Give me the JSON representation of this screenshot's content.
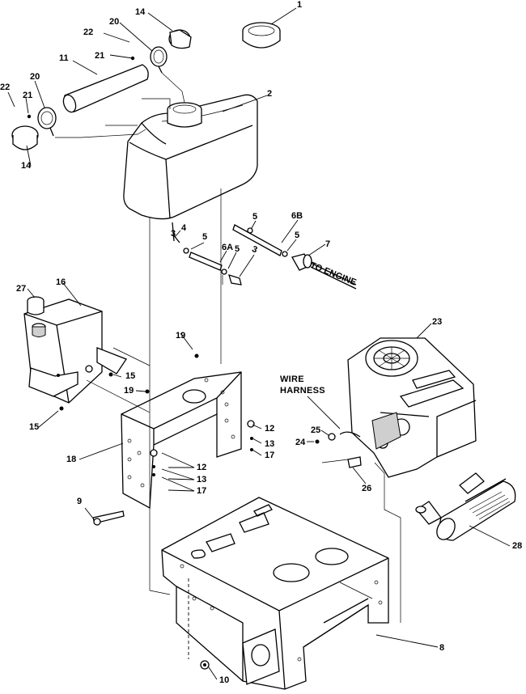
{
  "callouts": {
    "c1": "1",
    "c2": "2",
    "c3": "3",
    "c4": "4",
    "c5a": "5",
    "c5b": "5",
    "c5c": "5",
    "c5d": "5",
    "c6a": "6A",
    "c6b": "6B",
    "c7": "7",
    "c8": "8",
    "c9": "9",
    "c10": "10",
    "c11": "11",
    "c12a": "12",
    "c12b": "12",
    "c13a": "13",
    "c13b": "13",
    "c14a": "14",
    "c14b": "14",
    "c15a": "15",
    "c15b": "15",
    "c16": "16",
    "c17a": "17",
    "c17b": "17",
    "c18": "18",
    "c19a": "19",
    "c19b": "19",
    "c20a": "20",
    "c20b": "20",
    "c21a": "21",
    "c21b": "21",
    "c22a": "22",
    "c22b": "22",
    "c23": "23",
    "c24": "24",
    "c25": "25",
    "c26": "26",
    "c27": "27",
    "c28": "28"
  },
  "annotations": {
    "wire_harness_line1": "WIRE",
    "wire_harness_line2": "HARNESS",
    "to_engine": "TO ENGINE"
  }
}
